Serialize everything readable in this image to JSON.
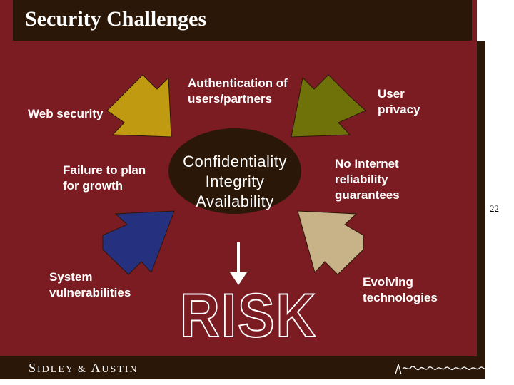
{
  "header": {
    "title": "Security Challenges"
  },
  "threats": {
    "web_security": "Web security",
    "authentication": "Authentication of\nusers/partners",
    "user_privacy": "User\nprivacy",
    "failure_to_plan": "Failure to plan\nfor growth",
    "no_internet_reliability": "No Internet\nreliability\nguarantees",
    "system_vulnerabilities": "System\nvulnerabilities",
    "evolving_technologies": "Evolving\ntechnologies"
  },
  "center": {
    "text": "Confidentiality\nIntegrity\nAvailability"
  },
  "risk": {
    "text": "RISK"
  },
  "page": {
    "number": "22"
  },
  "footer": {
    "firm_s": "S",
    "firm_idley": "IDLEY & ",
    "firm_a": "A",
    "firm_ustin": "USTIN"
  },
  "colors": {
    "background": "#7b1c23",
    "dark": "#2b1708",
    "arrow_gold": "#c09a10",
    "arrow_olive": "#6e7208",
    "arrow_blue": "#25307e",
    "arrow_tan": "#c8b287",
    "text": "#ffffff"
  }
}
